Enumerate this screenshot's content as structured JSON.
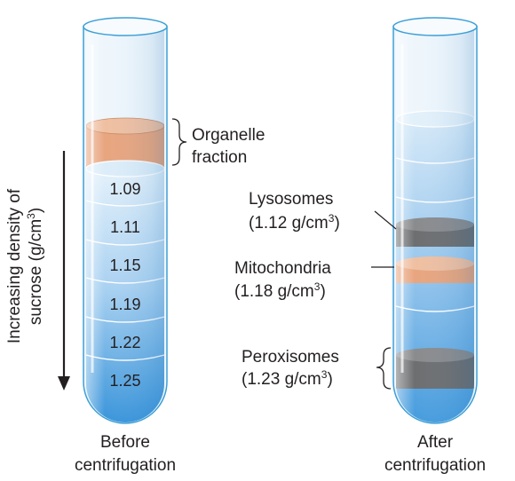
{
  "tubes": {
    "before": {
      "caption_line1": "Before",
      "caption_line2": "centrifugation",
      "top_band_label_line1": "Organelle",
      "top_band_label_line2": "fraction",
      "density_labels": [
        "1.09",
        "1.11",
        "1.15",
        "1.19",
        "1.22",
        "1.25"
      ]
    },
    "after": {
      "caption_line1": "After",
      "caption_line2": "centrifugation",
      "organelles": [
        {
          "name": "Lysosomes",
          "density_text": "(1.12 g/cm",
          "sup": "3",
          "close": ")"
        },
        {
          "name": "Mitochondria",
          "density_text": "(1.18 g/cm",
          "sup": "3",
          "close": ")"
        },
        {
          "name": "Peroxisomes",
          "density_text": "(1.23 g/cm",
          "sup": "3",
          "close": ")"
        }
      ]
    }
  },
  "axis": {
    "line1": "Increasing density of",
    "line2_text": "sucrose (g/cm",
    "line2_sup": "3",
    "line2_close": ")"
  },
  "colors": {
    "organelle_band": "#e8a57f",
    "organelle_band_top": "#efbfa1",
    "gray_band": "#6d6e70",
    "gray_band_top": "#8a8b8d",
    "tube_outline": "#3d9fd6",
    "gradient_light": "#dcedf9",
    "gradient_dark": "#2f8fd8"
  }
}
